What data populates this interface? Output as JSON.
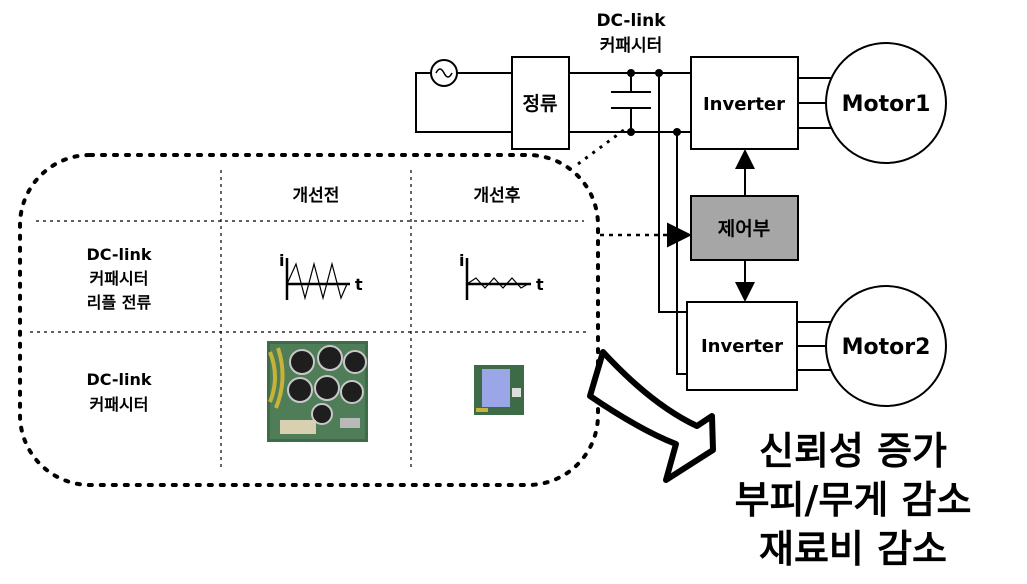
{
  "circuit": {
    "dc_link_label_line1": "DC-link",
    "dc_link_label_line2": "커패시터",
    "rectifier_label": "정류",
    "inverter1_label": "Inverter",
    "inverter2_label": "Inverter",
    "motor1_label": "Motor1",
    "motor2_label": "Motor2",
    "controller_label": "제어부",
    "controller_fill": "#a6a6a6"
  },
  "comparison_table": {
    "headers": [
      "",
      "개선전",
      "개선후"
    ],
    "row1_label": [
      "DC-link",
      "커패시터",
      "리플 전류"
    ],
    "row2_label": [
      "DC-link",
      "커패시터"
    ],
    "graph_axis_i": "i",
    "graph_axis_t": "t"
  },
  "benefits": [
    "신뢰성 증가",
    "부피/무게 감소",
    "재료비 감소"
  ]
}
